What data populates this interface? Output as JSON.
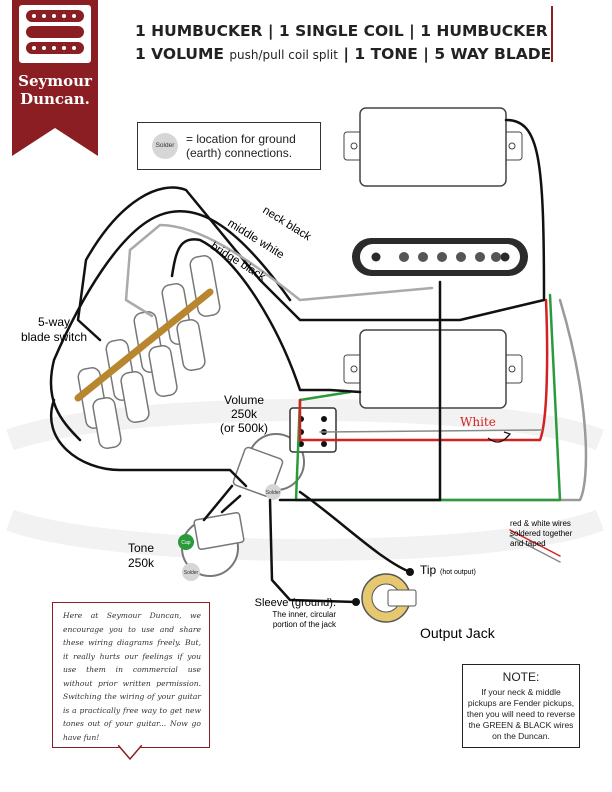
{
  "brand": {
    "name_line_1": "Seymour",
    "name_line_2": "Duncan.",
    "color": "#8b1e22"
  },
  "title": {
    "line_1": "1 HUMBUCKER | 1 SINGLE COIL | 1 HUMBUCKER",
    "line_2_a": "1 VOLUME",
    "line_2_b": "push/pull coil split",
    "line_2_c": "| 1 TONE | 5 WAY BLADE"
  },
  "legend": {
    "solder_label": "Solder",
    "text_1": "= location for ground",
    "text_2": "(earth) connections."
  },
  "labels": {
    "blade_switch_1": "5-way",
    "blade_switch_2": "blade switch",
    "neck_black": "neck black",
    "middle_white": "middle white",
    "bridge_black": "bridge black",
    "volume_1": "Volume",
    "volume_2": "250k",
    "volume_3": "(or 500k)",
    "tone_1": "Tone",
    "tone_2": "250k",
    "white": "White",
    "tip": "Tip",
    "tip_note": "(hot output)",
    "sleeve_1": "Sleeve (ground).",
    "sleeve_2": "The inner, circular",
    "sleeve_3": "portion of the jack",
    "output_jack": "Output Jack",
    "red_white_1": "red & white wires",
    "red_white_2": "soldered together",
    "red_white_3": "and taped",
    "pot_solder_1": "Solder",
    "pot_solder_2": "Solder",
    "cap_label": "Cap"
  },
  "note": {
    "title": "NOTE:",
    "line_1": "If your neck & middle",
    "line_2": "pickups are Fender pickups,",
    "line_3": "then you will need to reverse",
    "line_4": "the GREEN & BLACK wires",
    "line_5": "on the Duncan."
  },
  "quote": {
    "text": "Here at Seymour Duncan, we encourage you to use and share these wiring diagrams freely. But, it really hurts our feelings if you use them in commercial use without prior written permission. Switching the wiring of your guitar is a practically free way to get new tones out of your guitar... Now go have fun!"
  },
  "colors": {
    "wire_black": "#111111",
    "wire_red": "#d42020",
    "wire_green": "#2a9a3a",
    "wire_bare": "#9a9a9a",
    "blade": "#b8862e",
    "accent": "#8b1e22"
  }
}
